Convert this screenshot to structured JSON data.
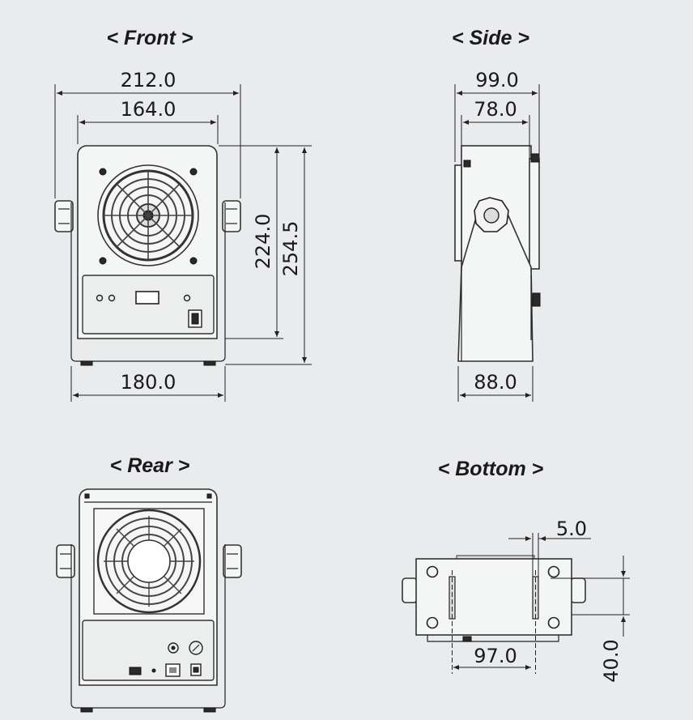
{
  "views": {
    "front": {
      "title": "< Front >"
    },
    "side": {
      "title": "< Side >"
    },
    "rear": {
      "title": "< Rear >"
    },
    "bottom": {
      "title": "< Bottom >"
    }
  },
  "dimensions": {
    "front_width_outer": "212.0",
    "front_width_inner": "164.0",
    "front_height_body": "224.0",
    "front_height_total": "254.5",
    "front_base_width": "180.0",
    "side_depth_outer": "99.0",
    "side_depth_inner": "78.0",
    "side_base_depth": "88.0",
    "bottom_hole_diameter": "5.0",
    "bottom_hole_spacing": "97.0",
    "bottom_hole_offset": "40.0"
  }
}
